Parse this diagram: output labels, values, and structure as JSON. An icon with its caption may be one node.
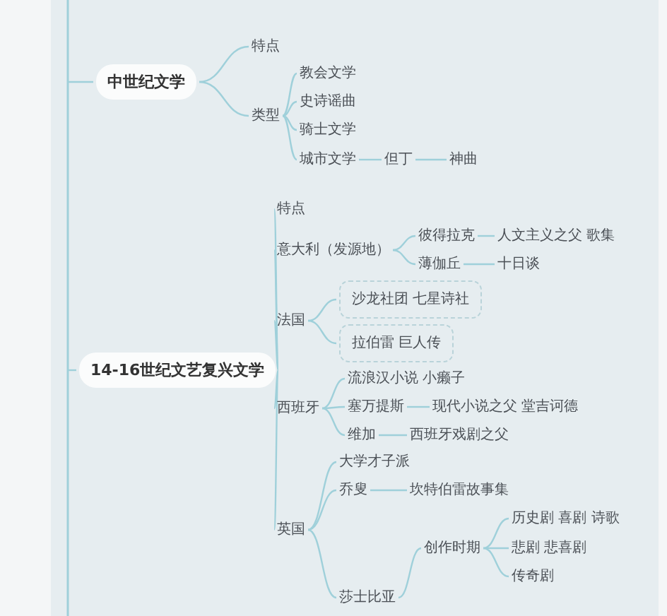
{
  "diagram": {
    "nodes": [
      {
        "text": [
          "中世纪文学"
        ]
      },
      {
        "text": [
          "特点"
        ]
      },
      {
        "text": [
          "类型"
        ]
      },
      {
        "text": [
          "教会文学"
        ]
      },
      {
        "text": [
          "史诗谣曲"
        ]
      },
      {
        "text": [
          "骑士文学"
        ]
      },
      {
        "text": [
          "城市文学"
        ]
      },
      {
        "text": [
          "但丁"
        ]
      },
      {
        "text": [
          "神曲"
        ]
      },
      {
        "text": [
          "14-16世纪文艺复兴文学"
        ]
      },
      {
        "text": [
          "特点"
        ]
      },
      {
        "text": [
          "意大利（发源地）"
        ]
      },
      {
        "text": [
          "彼得拉克"
        ]
      },
      {
        "text": [
          "人文主义之父 歌集"
        ]
      },
      {
        "text": [
          "薄伽丘"
        ]
      },
      {
        "text": [
          "十日谈"
        ]
      },
      {
        "text": [
          "法国"
        ]
      },
      {
        "text": [
          "沙龙社团 七星诗社"
        ]
      },
      {
        "text": [
          "拉伯雷 巨人传"
        ]
      },
      {
        "text": [
          "西班牙"
        ]
      },
      {
        "text": [
          "流浪汉小说 小癞子"
        ]
      },
      {
        "text": [
          "塞万提斯"
        ]
      },
      {
        "text": [
          "现代小说之父 堂吉诃德"
        ]
      },
      {
        "text": [
          "维加"
        ]
      },
      {
        "text": [
          "西班牙戏剧之父"
        ]
      },
      {
        "text": [
          "英国"
        ]
      },
      {
        "text": [
          "大学才子派"
        ]
      },
      {
        "text": [
          "乔叟"
        ]
      },
      {
        "text": [
          "坎特伯雷故事集"
        ]
      },
      {
        "text": [
          "莎士比亚"
        ]
      },
      {
        "text": [
          "创作时期"
        ]
      },
      {
        "text": [
          "历史剧 喜剧 诗歌"
        ]
      },
      {
        "text": [
          "悲剧 悲喜剧"
        ]
      },
      {
        "text": [
          "传奇剧"
        ]
      }
    ],
    "edges": [
      {
        "from": null,
        "to": 0,
        "arrow": "none"
      },
      {
        "from": 0,
        "to": 1,
        "arrow": "none"
      },
      {
        "from": 0,
        "to": 2,
        "arrow": "none"
      },
      {
        "from": 2,
        "to": 3,
        "arrow": "none"
      },
      {
        "from": 2,
        "to": 4,
        "arrow": "none"
      },
      {
        "from": 2,
        "to": 5,
        "arrow": "none"
      },
      {
        "from": 2,
        "to": 6,
        "arrow": "none"
      },
      {
        "from": 6,
        "to": 7,
        "arrow": "none"
      },
      {
        "from": 7,
        "to": 8,
        "arrow": "none"
      },
      {
        "from": null,
        "to": 9,
        "arrow": "none"
      },
      {
        "from": 9,
        "to": 10,
        "arrow": "none"
      },
      {
        "from": 9,
        "to": 11,
        "arrow": "none"
      },
      {
        "from": 11,
        "to": 12,
        "arrow": "none"
      },
      {
        "from": 12,
        "to": 13,
        "arrow": "none"
      },
      {
        "from": 11,
        "to": 14,
        "arrow": "none"
      },
      {
        "from": 14,
        "to": 15,
        "arrow": "none"
      },
      {
        "from": 9,
        "to": 16,
        "arrow": "none"
      },
      {
        "from": 16,
        "to": 17,
        "arrow": "none"
      },
      {
        "from": 16,
        "to": 18,
        "arrow": "none"
      },
      {
        "from": 9,
        "to": 19,
        "arrow": "none"
      },
      {
        "from": 19,
        "to": 20,
        "arrow": "none"
      },
      {
        "from": 19,
        "to": 21,
        "arrow": "none"
      },
      {
        "from": 21,
        "to": 22,
        "arrow": "none"
      },
      {
        "from": 19,
        "to": 23,
        "arrow": "none"
      },
      {
        "from": 23,
        "to": 24,
        "arrow": "none"
      },
      {
        "from": 9,
        "to": 25,
        "arrow": "none"
      },
      {
        "from": 25,
        "to": 26,
        "arrow": "none"
      },
      {
        "from": 25,
        "to": 27,
        "arrow": "none"
      },
      {
        "from": 27,
        "to": 28,
        "arrow": "none"
      },
      {
        "from": 25,
        "to": 29,
        "arrow": "none"
      },
      {
        "from": 29,
        "to": 30,
        "arrow": "none"
      },
      {
        "from": 30,
        "to": 31,
        "arrow": "none"
      },
      {
        "from": 30,
        "to": 32,
        "arrow": "none"
      },
      {
        "from": 30,
        "to": 33,
        "arrow": "none"
      }
    ]
  }
}
